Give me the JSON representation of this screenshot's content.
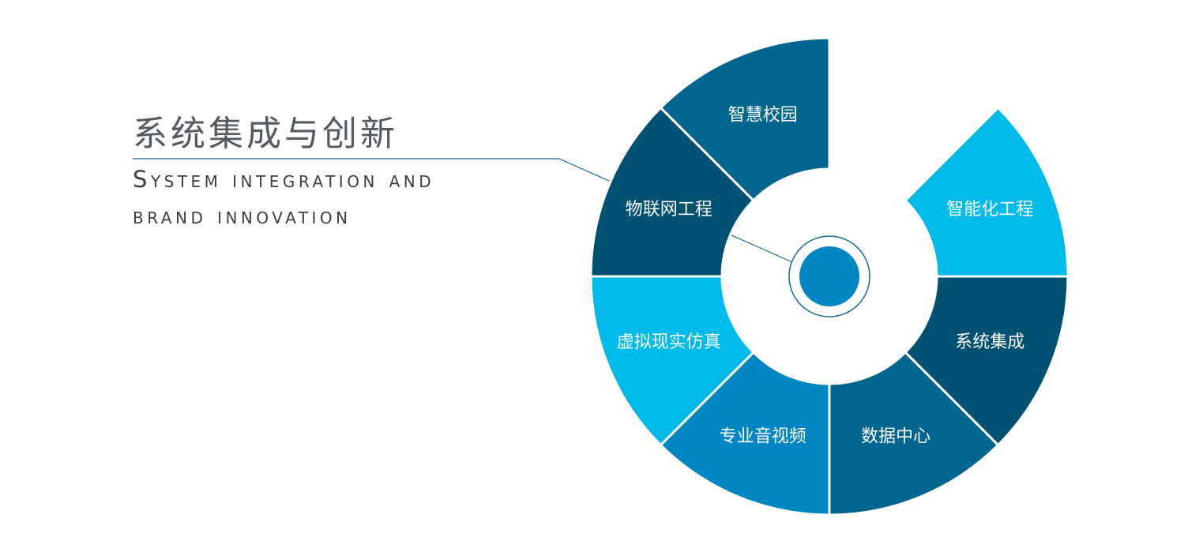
{
  "title": {
    "cn": "系统集成与创新",
    "en_line1": "System integration and",
    "en_line2": "brand innovation"
  },
  "segments": [
    {
      "label": "智能化工程",
      "color": "#00bbea"
    },
    {
      "label": "系统集成",
      "color": "#005072"
    },
    {
      "label": "数据中心",
      "color": "#00668f"
    },
    {
      "label": "专业音视频",
      "color": "#0086c2"
    },
    {
      "label": "虚拟现实仿真",
      "color": "#00bbea"
    },
    {
      "label": "物联网工程",
      "color": "#005072"
    },
    {
      "label": "智慧校园",
      "color": "#00668f"
    }
  ],
  "colors": {
    "center_dot": "#0086c2",
    "ring": "#1a6b93",
    "leader": "#1a6b93"
  }
}
